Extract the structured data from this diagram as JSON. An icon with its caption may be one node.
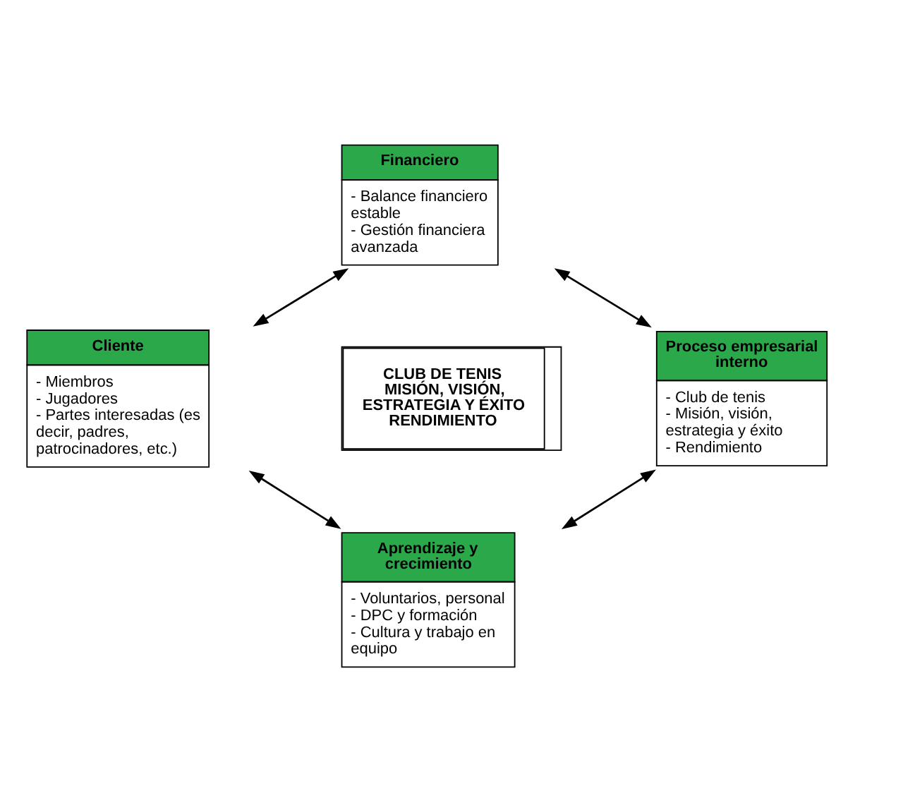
{
  "diagram": {
    "nodes": [
      {
        "text": [
          "Financiero",
          "- Balance financiero estable",
          "- Gestión financiera avanzada"
        ]
      },
      {
        "text": [
          "Cliente",
          "- Miembros",
          "- Jugadores",
          "- Partes interesadas (es decir, padres, patrocinadores, etc.)"
        ]
      },
      {
        "text": [
          "Proceso empresarial interno",
          "- Club de tenis",
          "- Misión, visión, estrategia y éxito",
          "- Rendimiento"
        ]
      },
      {
        "text": [
          "CLUB DE TENIS MISIÓN, VISIÓN, ESTRATEGIA Y ÉXITO RENDIMIENTO"
        ]
      },
      {
        "text": [
          "Aprendizaje y crecimiento",
          "- Voluntarios, personal",
          "- DPC y formación",
          "- Cultura y trabajo en equipo"
        ]
      }
    ],
    "edges": [
      {
        "from": 0,
        "to": 1,
        "arrow": "both"
      },
      {
        "from": 0,
        "to": 2,
        "arrow": "both"
      },
      {
        "from": 1,
        "to": 4,
        "arrow": "both"
      },
      {
        "from": 2,
        "to": 4,
        "arrow": "both"
      }
    ]
  }
}
